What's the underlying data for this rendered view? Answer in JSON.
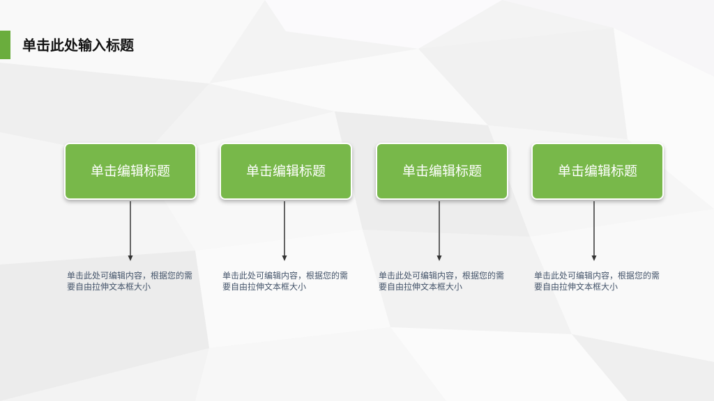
{
  "slide": {
    "title": "单击此处输入标题",
    "accent_color": "#6aad3d",
    "card_color": "#78b84a"
  },
  "items": [
    {
      "heading": "单击编辑标题",
      "description": "单击此处可编辑内容，根据您的需要自由拉伸文本框大小"
    },
    {
      "heading": "单击编辑标题",
      "description": "单击此处可编辑内容，根据您的需要自由拉伸文本框大小"
    },
    {
      "heading": "单击编辑标题",
      "description": "单击此处可编辑内容，根据您的需要自由拉伸文本框大小"
    },
    {
      "heading": "单击编辑标题",
      "description": "单击此处可编辑内容，根据您的需要自由拉伸文本框大小"
    }
  ]
}
